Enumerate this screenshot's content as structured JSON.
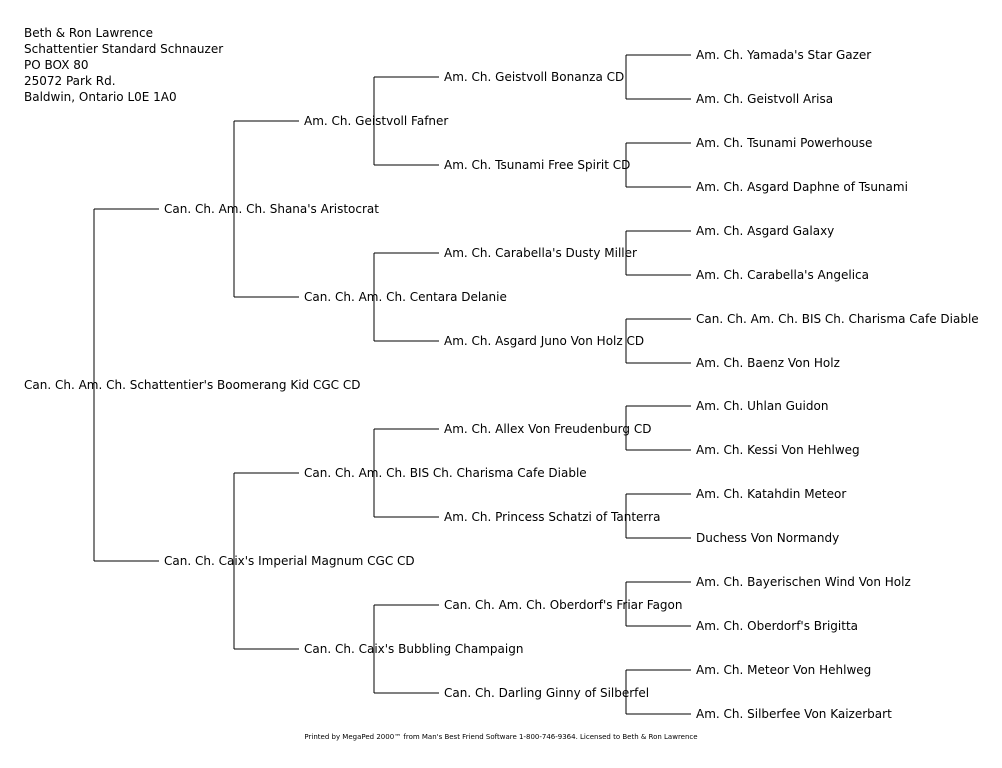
{
  "owner": {
    "lines": [
      "Beth & Ron Lawrence",
      "Schattentier Standard Schnauzer",
      "PO BOX 80",
      "25072 Park Rd.",
      "Baldwin, Ontario L0E 1A0"
    ]
  },
  "pedigree": {
    "subject": "Can. Ch. Am. Ch. Schattentier's Boomerang Kid CGC CD",
    "gen1": [
      "Can. Ch. Am. Ch. Shana's Aristocrat",
      "Can. Ch. Caix's Imperial Magnum CGC CD"
    ],
    "gen2": [
      "Am. Ch. Geistvoll Fafner",
      "Can. Ch. Am. Ch. Centara Delanie",
      "Can. Ch. Am. Ch. BIS Ch. Charisma Cafe Diable",
      "Can. Ch. Caix's Bubbling Champaign"
    ],
    "gen3": [
      "Am. Ch. Geistvoll Bonanza CD",
      "Am. Ch. Tsunami Free Spirit CD",
      "Am. Ch. Carabella's Dusty Miller",
      "Am. Ch. Asgard Juno Von Holz CD",
      "Am. Ch. Allex Von Freudenburg CD",
      "Am. Ch. Princess Schatzi of Tanterra",
      "Can. Ch. Am. Ch. Oberdorf's Friar Fagon",
      "Can. Ch. Darling Ginny of Silberfel"
    ],
    "gen4": [
      "Am. Ch. Yamada's Star Gazer",
      "Am. Ch. Geistvoll Arisa",
      "Am. Ch. Tsunami Powerhouse",
      "Am. Ch. Asgard Daphne of Tsunami",
      "Am. Ch. Asgard Galaxy",
      "Am. Ch. Carabella's Angelica",
      "Can. Ch. Am. Ch. BIS Ch. Charisma Cafe Diable",
      "Am. Ch. Baenz Von Holz",
      "Am. Ch. Uhlan Guidon",
      "Am. Ch. Kessi Von Hehlweg",
      "Am. Ch. Katahdin Meteor",
      "Duchess Von Normandy",
      "Am. Ch. Bayerischen Wind Von Holz",
      "Am. Ch. Oberdorf's Brigitta",
      "Am. Ch. Meteor Von Hehlweg",
      "Am. Ch. Silberfee Von Kaizerbart"
    ]
  },
  "footer": "Printed by MegaPed 2000™ from Man's Best Friend Software 1-800-746-9364. Licensed to Beth & Ron Lawrence"
}
